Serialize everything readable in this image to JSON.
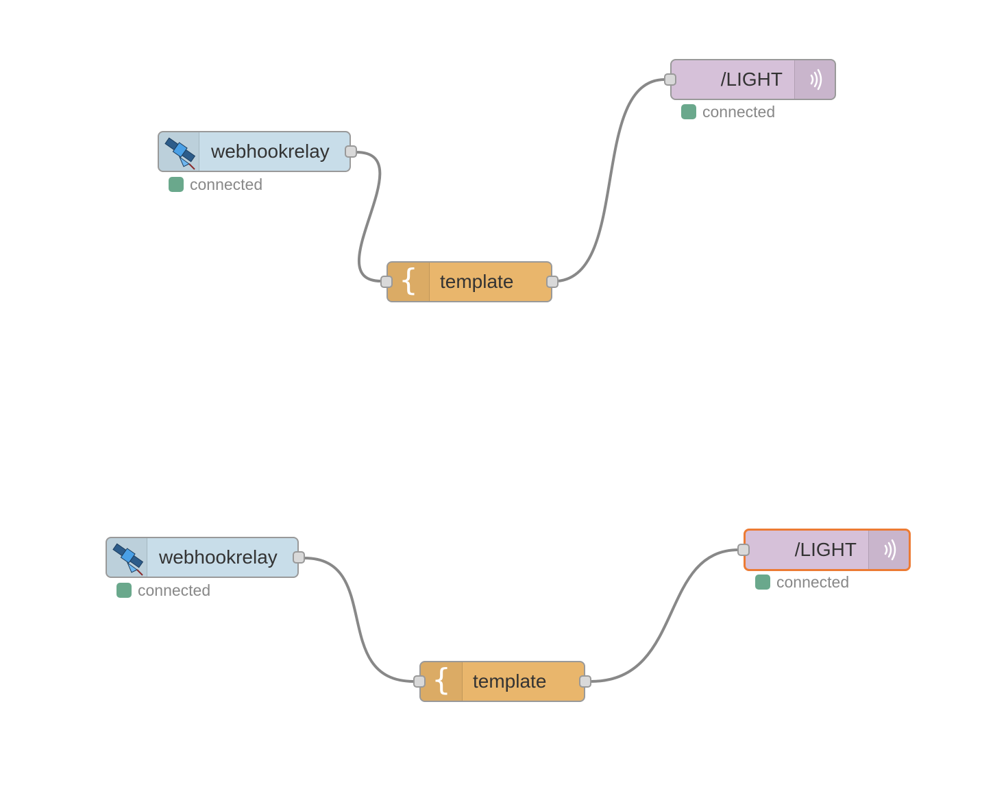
{
  "colors": {
    "webhook_node": "#c8dde9",
    "template_node": "#e9b66c",
    "output_node": "#d6c1d9",
    "wire": "#888888",
    "status_connected": "#5a9e80",
    "selected_border": "#ec7b34"
  },
  "flows": [
    {
      "webhook": {
        "label": "webhookrelay",
        "icon": "satellite-icon",
        "status": "connected"
      },
      "template": {
        "label": "template",
        "icon": "curly-brace-icon"
      },
      "output": {
        "label": "/LIGHT",
        "icon": "broadcast-icon",
        "status": "connected",
        "selected": false
      }
    },
    {
      "webhook": {
        "label": "webhookrelay",
        "icon": "satellite-icon",
        "status": "connected"
      },
      "template": {
        "label": "template",
        "icon": "curly-brace-icon"
      },
      "output": {
        "label": "/LIGHT",
        "icon": "broadcast-icon",
        "status": "connected",
        "selected": true
      }
    }
  ]
}
